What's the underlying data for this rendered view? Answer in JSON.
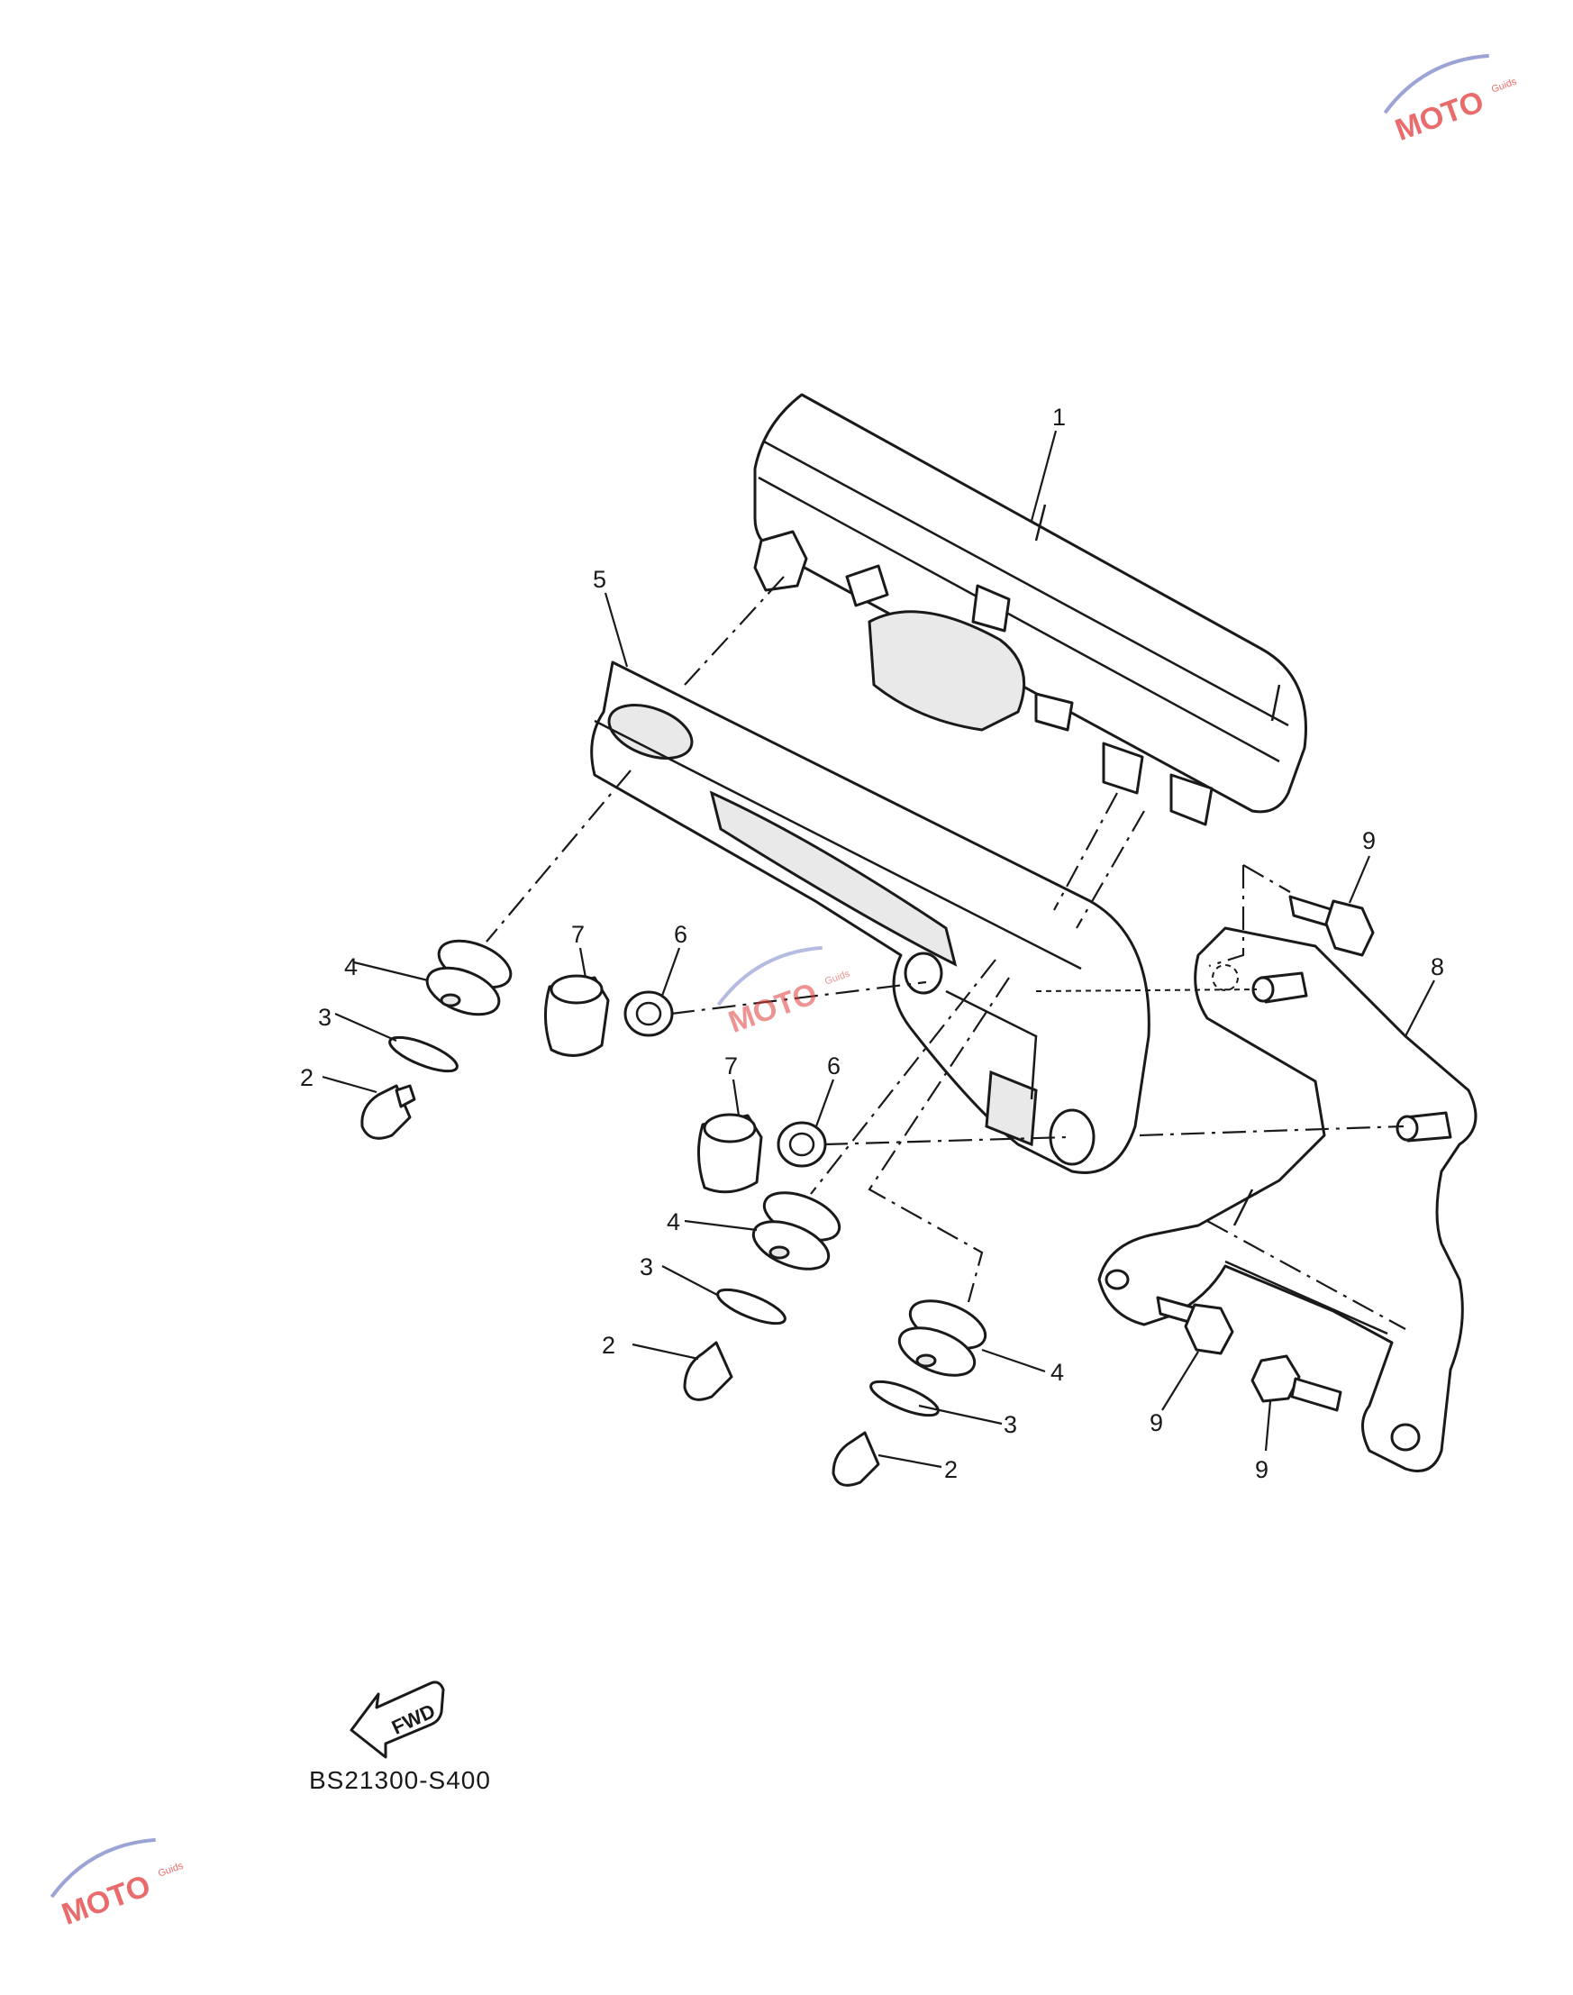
{
  "callouts": [
    {
      "id": "c1",
      "label": "1"
    },
    {
      "id": "c5",
      "label": "5"
    },
    {
      "id": "c9a",
      "label": "9"
    },
    {
      "id": "c8",
      "label": "8"
    },
    {
      "id": "c7a",
      "label": "7"
    },
    {
      "id": "c6a",
      "label": "6"
    },
    {
      "id": "c4a",
      "label": "4"
    },
    {
      "id": "c3a",
      "label": "3"
    },
    {
      "id": "c2a",
      "label": "2"
    },
    {
      "id": "c7b",
      "label": "7"
    },
    {
      "id": "c6b",
      "label": "6"
    },
    {
      "id": "c4b",
      "label": "4"
    },
    {
      "id": "c3b",
      "label": "3"
    },
    {
      "id": "c2b",
      "label": "2"
    },
    {
      "id": "c4c",
      "label": "4"
    },
    {
      "id": "c3c",
      "label": "3"
    },
    {
      "id": "c2c",
      "label": "2"
    },
    {
      "id": "c9b",
      "label": "9"
    },
    {
      "id": "c9c",
      "label": "9"
    }
  ],
  "direction_marker": {
    "label": "FWD"
  },
  "diagram_code": "BS21300-S400",
  "watermark": {
    "brand": "MOTO",
    "sub": "Guids",
    "color": "#e23a3a"
  }
}
